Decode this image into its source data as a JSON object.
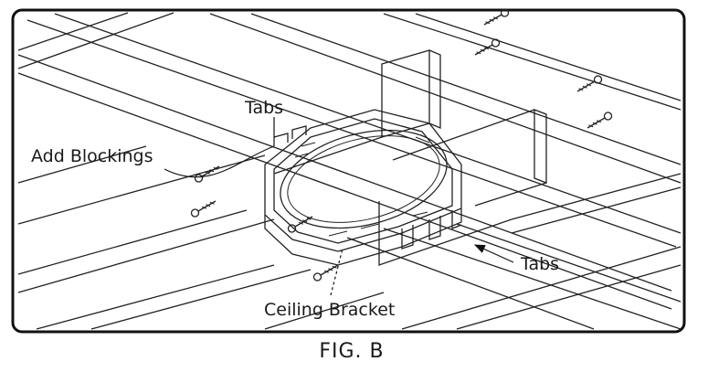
{
  "figure": {
    "labels": {
      "tabs_top": "Tabs",
      "add_blockings": "Add Blockings",
      "tabs_right": "Tabs",
      "ceiling_bracket": "Ceiling Bracket"
    },
    "caption": "FIG. B"
  }
}
